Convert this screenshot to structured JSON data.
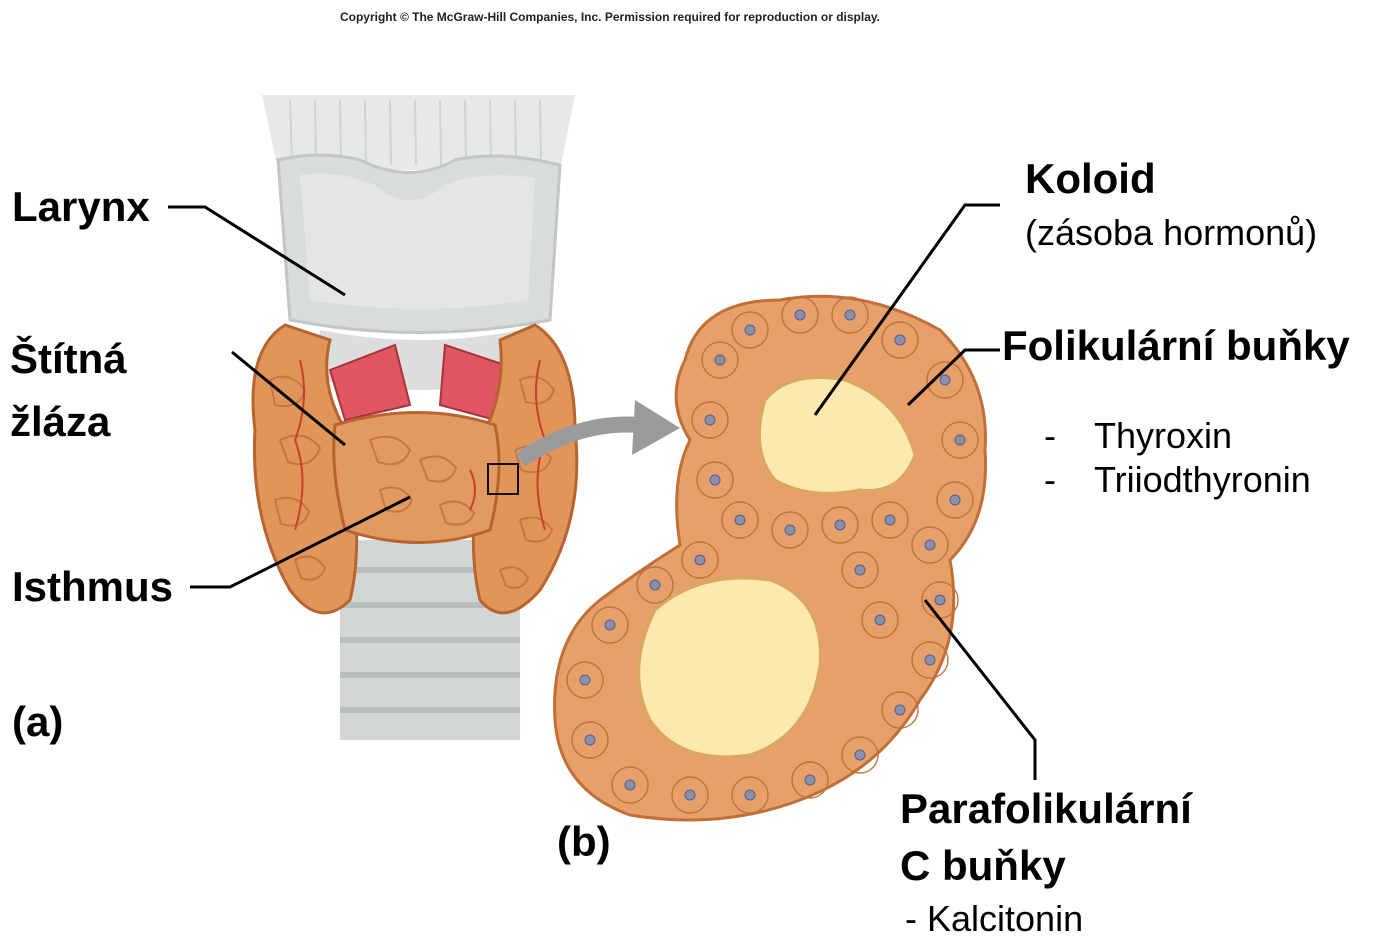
{
  "copyright": "Copyright © The McGraw-Hill Companies, Inc. Permission required for reproduction or display.",
  "labels": {
    "larynx": "Larynx",
    "thyroid_line1": "Štítná",
    "thyroid_line2": "žláza",
    "isthmus": "Isthmus",
    "panel_a": "(a)",
    "panel_b": "(b)",
    "colloid": "Koloid",
    "colloid_sub": "(zásoba hormonů)",
    "follicular": "Folikulární buňky",
    "follicular_hormones": [
      "Thyroxin",
      "Triiodthyronin"
    ],
    "parafollicular_line1": "Parafolikulární",
    "parafollicular_line2": "C buňky",
    "parafollicular_hormone": "- Kalcitonin"
  },
  "list_marker": "-",
  "colors": {
    "gland": "#e0955a",
    "gland_dark": "#b8642f",
    "cartilage": "#dcdcdc",
    "muscle": "#e0505a",
    "colloid": "#fde9b0",
    "cell_fill": "#e8a06a",
    "nucleus": "#8a8fb0",
    "arrow": "#9b9b9b"
  }
}
